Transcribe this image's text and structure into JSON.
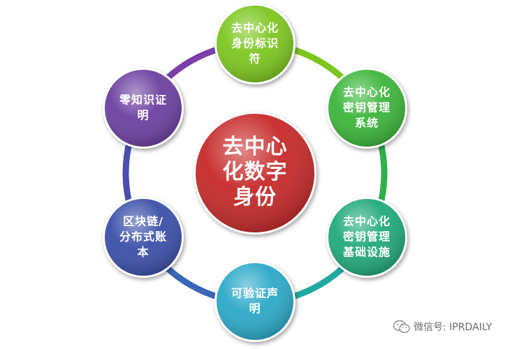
{
  "diagram": {
    "center": {
      "lines": [
        "去中心",
        "化数字",
        "身份"
      ],
      "color": "#c62828"
    },
    "nodes": [
      {
        "id": "did",
        "lines": [
          "去中心化",
          "身份标识",
          "符"
        ],
        "color": "#7cc61e"
      },
      {
        "id": "dkms",
        "lines": [
          "去中心化",
          "密钥管理",
          "系统"
        ],
        "color": "#3bb53a"
      },
      {
        "id": "dpki",
        "lines": [
          "去中心化",
          "密钥管理",
          "基础设施"
        ],
        "color": "#1fa97a"
      },
      {
        "id": "vc",
        "lines": [
          "可验证声",
          "明"
        ],
        "color": "#2aa9c8"
      },
      {
        "id": "blockchain",
        "lines": [
          "区块链/",
          "分布式账",
          "本"
        ],
        "color": "#3a4fa8"
      },
      {
        "id": "zkp",
        "lines": [
          "零知识证",
          "明"
        ],
        "color": "#6b3fa0"
      }
    ],
    "ring_colors": {
      "top_right": "#7cc61e",
      "right": "#2fb04a",
      "bottom_right": "#1fa9a0",
      "bottom_left": "#3a67b8",
      "left": "#4a4fb0",
      "top_left": "#7a3fa8"
    }
  },
  "watermark": {
    "icon": "wechat-icon",
    "text": "微信号: IPRDAILY"
  }
}
